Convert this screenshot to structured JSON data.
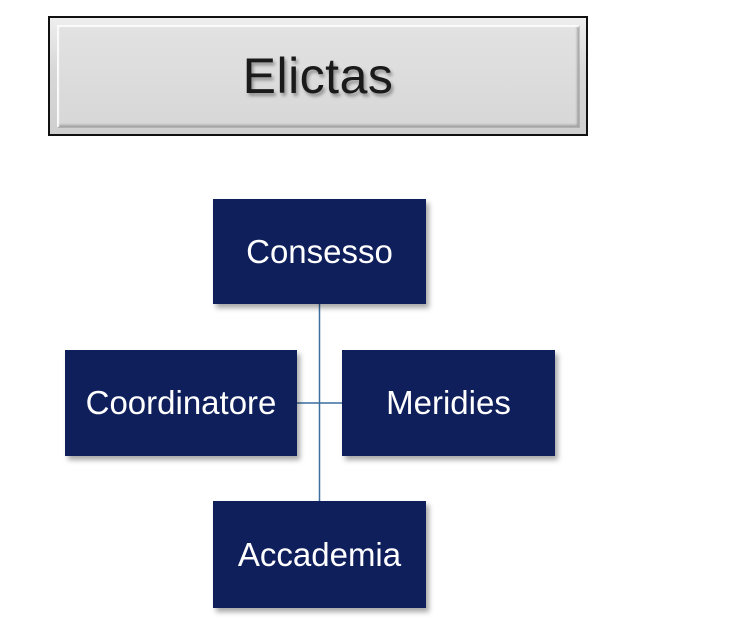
{
  "title": "Elictas",
  "nodes": {
    "top": "Consesso",
    "left": "Coordinatore",
    "right": "Meridies",
    "bottom": "Accademia"
  },
  "colors": {
    "node_fill": "#0f1f5c",
    "node_text": "#ffffff",
    "connector": "#3a6f9e",
    "title_box_fill": "#d9d9d9"
  }
}
